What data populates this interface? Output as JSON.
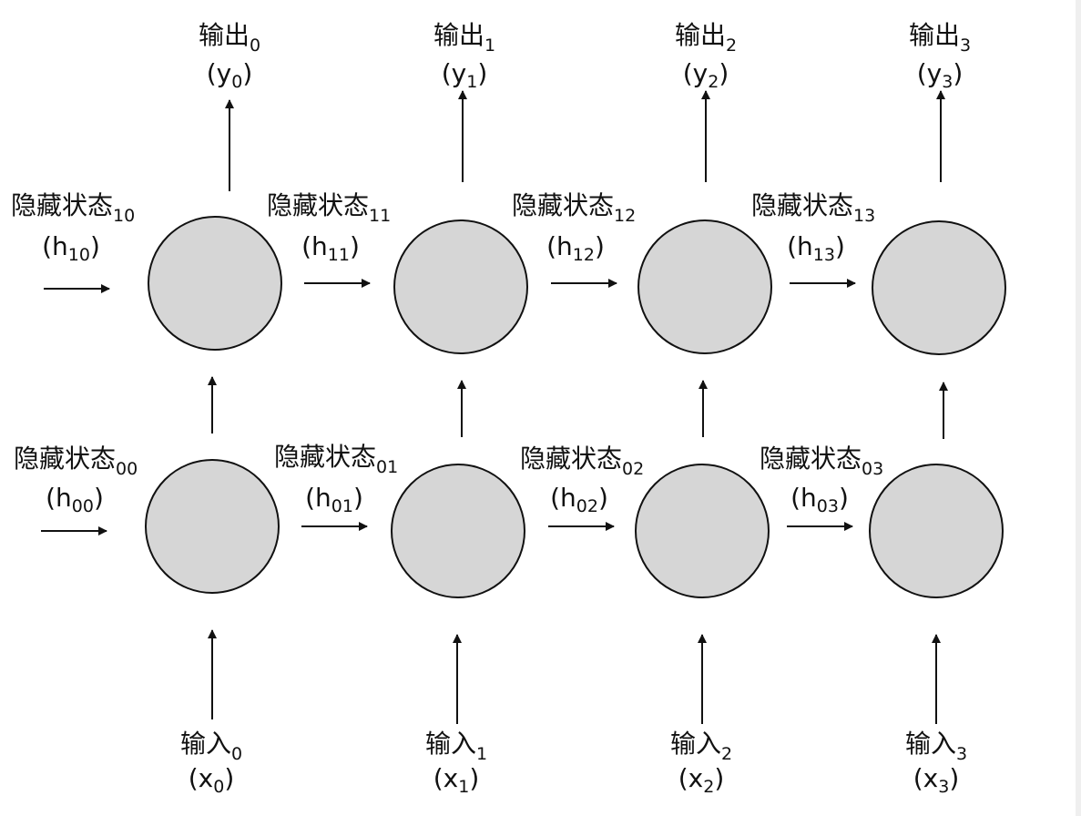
{
  "colors": {
    "node_fill": "#d6d6d6",
    "node_stroke": "#111111",
    "arrow": "#111111",
    "text": "#111111"
  },
  "outputs": [
    {
      "title": "输出",
      "index": "0",
      "var": "y",
      "var_index": "0"
    },
    {
      "title": "输出",
      "index": "1",
      "var": "y",
      "var_index": "1"
    },
    {
      "title": "输出",
      "index": "2",
      "var": "y",
      "var_index": "2"
    },
    {
      "title": "输出",
      "index": "3",
      "var": "y",
      "var_index": "3"
    }
  ],
  "hidden_top": [
    {
      "title": "隐藏状态",
      "index": "10",
      "var": "h",
      "var_index": "10"
    },
    {
      "title": "隐藏状态",
      "index": "11",
      "var": "h",
      "var_index": "11"
    },
    {
      "title": "隐藏状态",
      "index": "12",
      "var": "h",
      "var_index": "12"
    },
    {
      "title": "隐藏状态",
      "index": "13",
      "var": "h",
      "var_index": "13"
    }
  ],
  "hidden_bottom": [
    {
      "title": "隐藏状态",
      "index": "00",
      "var": "h",
      "var_index": "00"
    },
    {
      "title": "隐藏状态",
      "index": "01",
      "var": "h",
      "var_index": "01"
    },
    {
      "title": "隐藏状态",
      "index": "02",
      "var": "h",
      "var_index": "02"
    },
    {
      "title": "隐藏状态",
      "index": "03",
      "var": "h",
      "var_index": "03"
    }
  ],
  "inputs": [
    {
      "title": "输入",
      "index": "0",
      "var": "x",
      "var_index": "0"
    },
    {
      "title": "输入",
      "index": "1",
      "var": "x",
      "var_index": "1"
    },
    {
      "title": "输入",
      "index": "2",
      "var": "x",
      "var_index": "2"
    },
    {
      "title": "输入",
      "index": "3",
      "var": "x",
      "var_index": "3"
    }
  ]
}
